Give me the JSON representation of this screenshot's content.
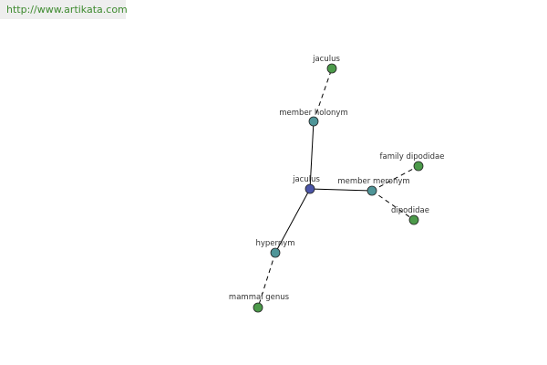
{
  "site": {
    "url": "http://www.artikata.com"
  },
  "colors": {
    "center": "#4b55a8",
    "relation": "#4f9598",
    "leaf": "#4c9a4a",
    "edge": "#000000",
    "url": "#3d8a2e",
    "url_background": "#eeeeee"
  },
  "graph": {
    "nodes": [
      {
        "id": "center",
        "label": "jaculus",
        "kind": "center"
      },
      {
        "id": "member-holonym",
        "label": "member holonym",
        "kind": "relation"
      },
      {
        "id": "member-meronym",
        "label": "member meronym",
        "kind": "relation"
      },
      {
        "id": "hypernym",
        "label": "hypernym",
        "kind": "relation"
      },
      {
        "id": "jaculus-leaf",
        "label": "jaculus",
        "kind": "leaf"
      },
      {
        "id": "family-dipodidae",
        "label": "family dipodidae",
        "kind": "leaf"
      },
      {
        "id": "dipodidae",
        "label": "dipodidae",
        "kind": "leaf"
      },
      {
        "id": "mammal-genus",
        "label": "mammal genus",
        "kind": "leaf"
      }
    ],
    "edges": [
      {
        "from": "center",
        "to": "member-holonym",
        "style": "solid"
      },
      {
        "from": "center",
        "to": "member-meronym",
        "style": "solid"
      },
      {
        "from": "center",
        "to": "hypernym",
        "style": "solid"
      },
      {
        "from": "member-holonym",
        "to": "jaculus-leaf",
        "style": "dashed"
      },
      {
        "from": "member-meronym",
        "to": "family-dipodidae",
        "style": "dashed"
      },
      {
        "from": "member-meronym",
        "to": "dipodidae",
        "style": "dashed"
      },
      {
        "from": "hypernym",
        "to": "mammal-genus",
        "style": "dashed"
      }
    ]
  }
}
